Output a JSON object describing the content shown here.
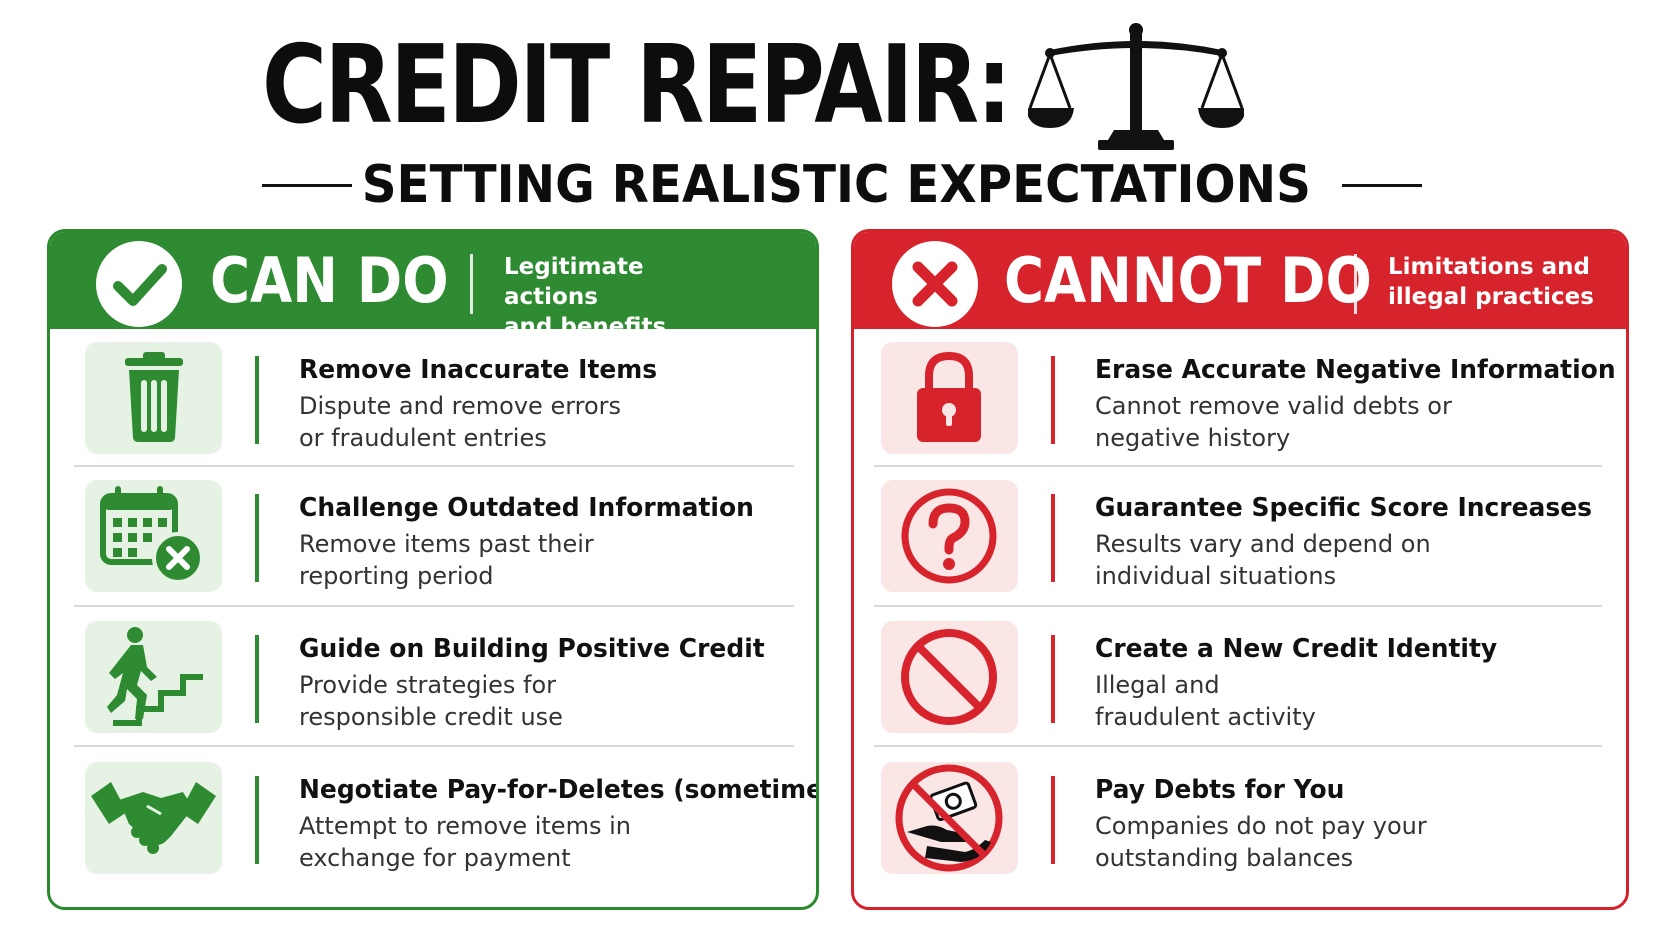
{
  "header": {
    "title": "CREDIT REPAIR:",
    "subtitle": "SETTING REALISTIC EXPECTATIONS",
    "scales_icon": "balance-scales-icon"
  },
  "colors": {
    "green": "#2e8b32",
    "green_light": "#e6f3e4",
    "red": "#d7232b",
    "red_light": "#fbe6e6",
    "title_black": "#0d0d0d"
  },
  "can_do": {
    "title": "CAN DO",
    "description": "Legitimate actions\nand benefits",
    "badge_icon": "checkmark-icon",
    "items": [
      {
        "icon": "trash-can-icon",
        "title": "Remove Inaccurate Items",
        "description": "Dispute and remove errors\nor fraudulent entries"
      },
      {
        "icon": "calendar-x-icon",
        "title": "Challenge Outdated Information",
        "description": "Remove items past their\nreporting period"
      },
      {
        "icon": "stairs-climb-icon",
        "title": "Guide on Building Positive Credit",
        "description": "Provide strategies for\nresponsible credit use"
      },
      {
        "icon": "handshake-icon",
        "title": "Negotiate Pay-for-Deletes (sometimes)",
        "description": "Attempt to remove items in\nexchange for payment"
      }
    ]
  },
  "cannot_do": {
    "title": "CANNOT DO",
    "description": "Limitations and\nillegal practices",
    "badge_icon": "x-mark-icon",
    "items": [
      {
        "icon": "padlock-icon",
        "title": "Erase Accurate Negative Information",
        "description": "Cannot remove valid debts or\nnegative history"
      },
      {
        "icon": "question-mark-icon",
        "title": "Guarantee Specific Score Increases",
        "description": "Results vary and depend on\nindividual situations"
      },
      {
        "icon": "prohibited-icon",
        "title": "Create a New Credit Identity",
        "description": "Illegal and\nfraudulent activity"
      },
      {
        "icon": "no-money-hand-icon",
        "title": "Pay Debts for You",
        "description": "Companies do not pay your\noutstanding balances"
      }
    ]
  }
}
